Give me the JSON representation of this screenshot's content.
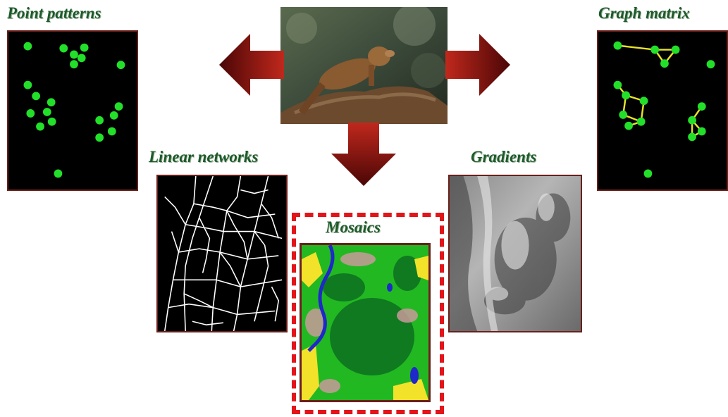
{
  "labels": {
    "point_patterns": "Point patterns",
    "graph_matrix": "Graph matrix",
    "linear_networks": "Linear networks",
    "gradients": "Gradients",
    "mosaics": "Mosaics"
  },
  "icons": {
    "center_photo": "marten-on-log-photo",
    "arrows": "dark-red-gradient-arrow"
  },
  "colors": {
    "label_text": "#1e5a2a",
    "panel_border": "#6b1f1a",
    "point_fill": "#22e02a",
    "graph_edge": "#e8e22a",
    "dashed_frame": "#e3151a",
    "arrow_dark": "#4a0606",
    "arrow_light": "#c0281c"
  }
}
